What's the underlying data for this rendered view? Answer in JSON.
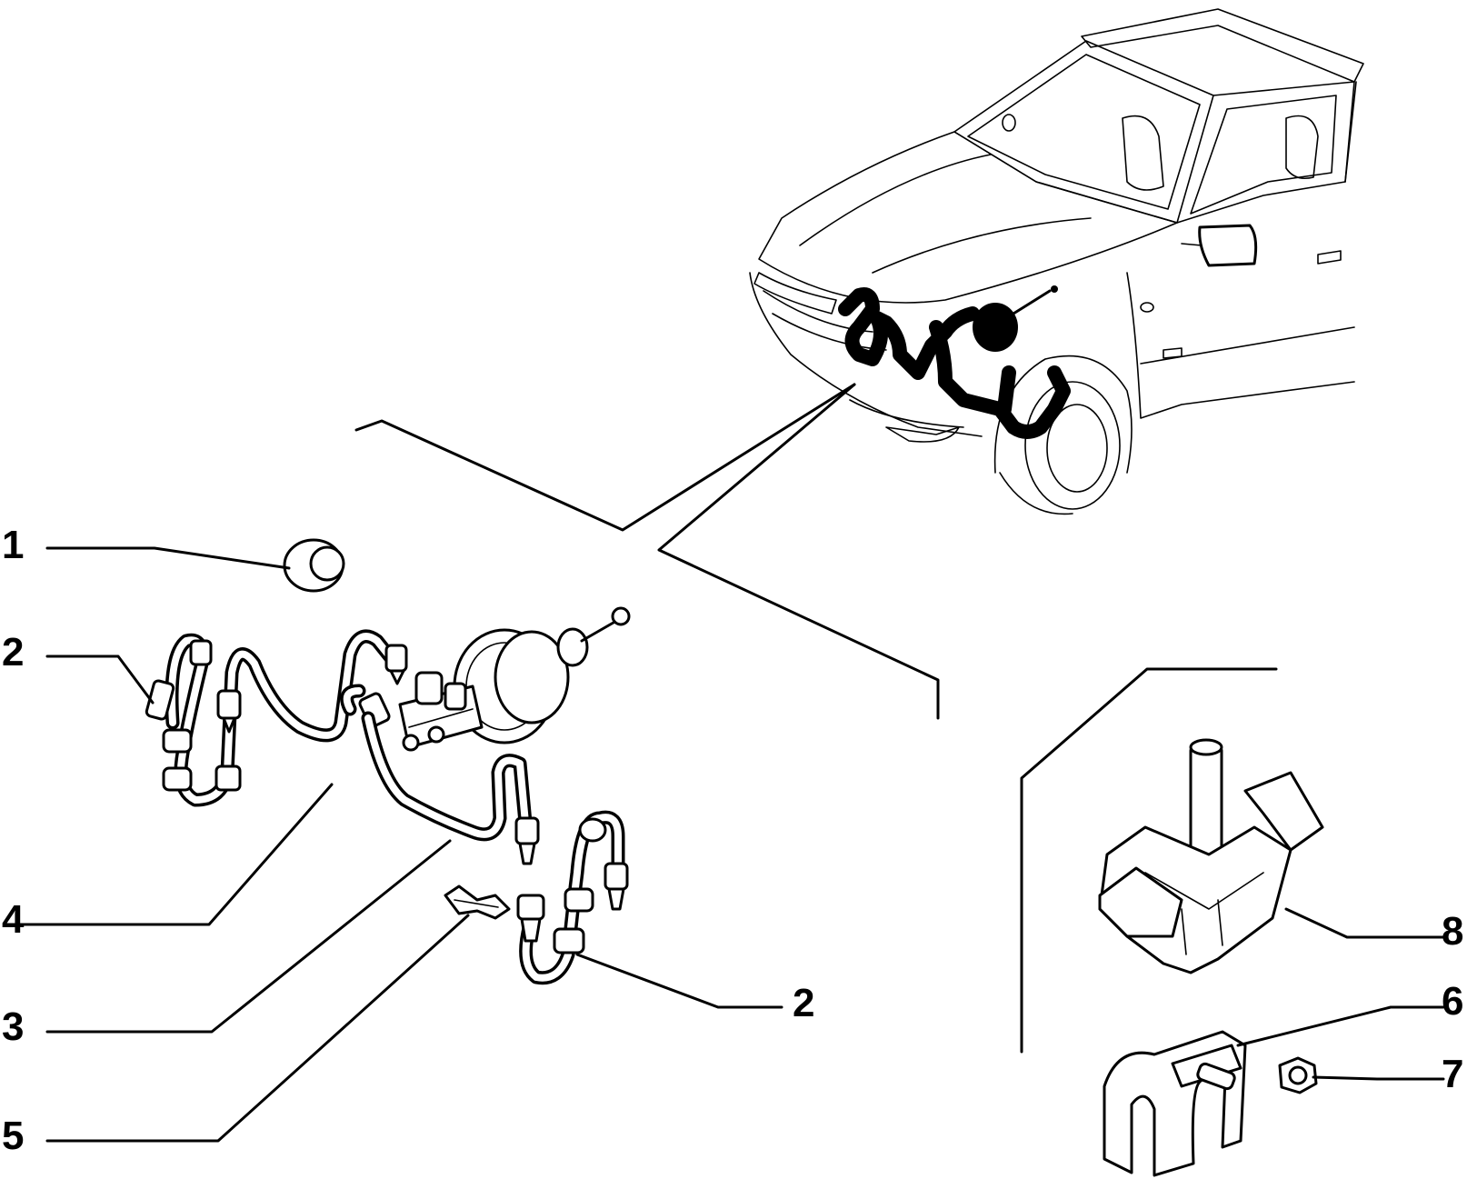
{
  "diagram": {
    "line_color": "#000000",
    "background": "#ffffff",
    "callouts": [
      {
        "id": "c1",
        "label": "1"
      },
      {
        "id": "c2a",
        "label": "2"
      },
      {
        "id": "c4",
        "label": "4"
      },
      {
        "id": "c3",
        "label": "3"
      },
      {
        "id": "c5",
        "label": "5"
      },
      {
        "id": "c2b",
        "label": "2"
      },
      {
        "id": "c8",
        "label": "8"
      },
      {
        "id": "c6",
        "label": "6"
      },
      {
        "id": "c7",
        "label": "7"
      }
    ],
    "icons": [
      "car-icon",
      "brake-pipe-icon",
      "brake-booster-icon",
      "grommet-icon",
      "clip-icon",
      "pipe-bracket-icon",
      "bracket-clamp-icon",
      "nut-icon"
    ]
  }
}
